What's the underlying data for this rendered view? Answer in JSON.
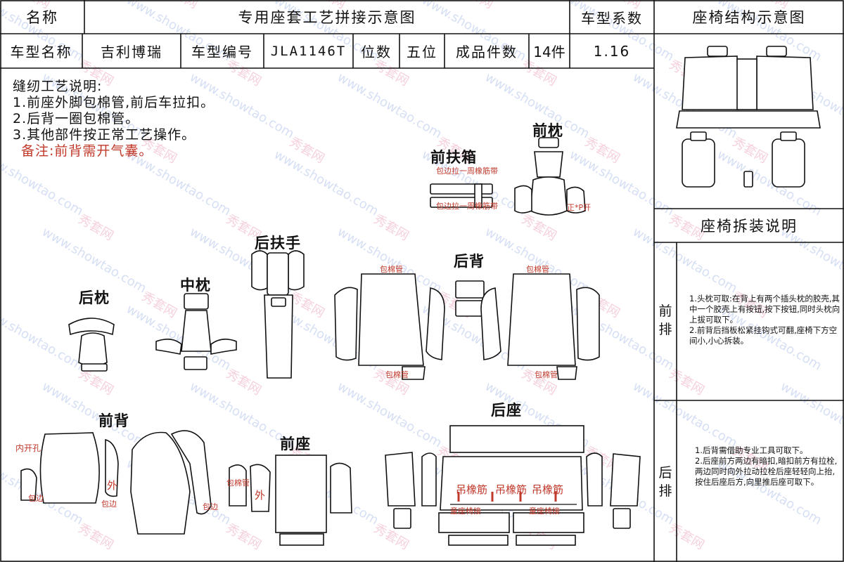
{
  "header": {
    "name_label": "名称",
    "title": "专用座套工艺拼接示意图",
    "coef_label": "车型系数",
    "structure_title": "座椅结构示意图",
    "model_name_label": "车型名称",
    "model_name": "吉利博瑞",
    "model_code_label": "车型编号",
    "model_code": "JLA1146T",
    "seats_label": "位数",
    "seats": "五位",
    "pieces_label": "成品件数",
    "pieces": "14件",
    "coef": "1.16"
  },
  "notes": {
    "title": "缝纫工艺说明:",
    "items": [
      "1.前座外脚包棉管,前后车拉扣。",
      "2.后背一圈包棉管。",
      "3.其他部件按正常工艺操作。"
    ],
    "remark": "备注:前背需开气囊。"
  },
  "parts": {
    "front_pillow": "前枕",
    "front_armbox": "前扶箱",
    "rear_armrest": "后扶手",
    "rear_pillow": "后枕",
    "mid_pillow": "中枕",
    "rear_back": "后背",
    "front_back": "前背",
    "front_seat": "前座",
    "rear_seat": "后座"
  },
  "annotations": {
    "edge_strip_1": "包边拉一周橡筋带",
    "edge_strip_2": "包边拉一周橡筋带",
    "zheng_kai": "正*P开",
    "bao_mian_guan": "包棉管",
    "inner_hole": "内开孔",
    "wai": "外",
    "bao_bian": "包边",
    "diao_xiang_jin": "吊橡筋",
    "tong_zuo_yi_jie": "童座椅接"
  },
  "disassembly": {
    "title": "座椅拆装说明",
    "front_label": "前排",
    "front_text": "1.头枕可取:在背上有两个插头枕的胶壳,其中一个胶壳上有按钮,按下按钮,同时头枕向上拔可取下。\n2.前背后挡板松紧挂钩式可翻,座椅下方空间小,小心拆装。",
    "rear_label": "后排",
    "rear_text": "1.后背需借助专业工具可取下。\n2.后座前方两边有暗扣,暗扣前方有拉栓,两边同时向外拉动拉栓后座轻轻向上抬,按住后座后方,向里推后座可取下。"
  },
  "watermark": {
    "site": "www.showtao.com",
    "brand": "秀套网"
  }
}
